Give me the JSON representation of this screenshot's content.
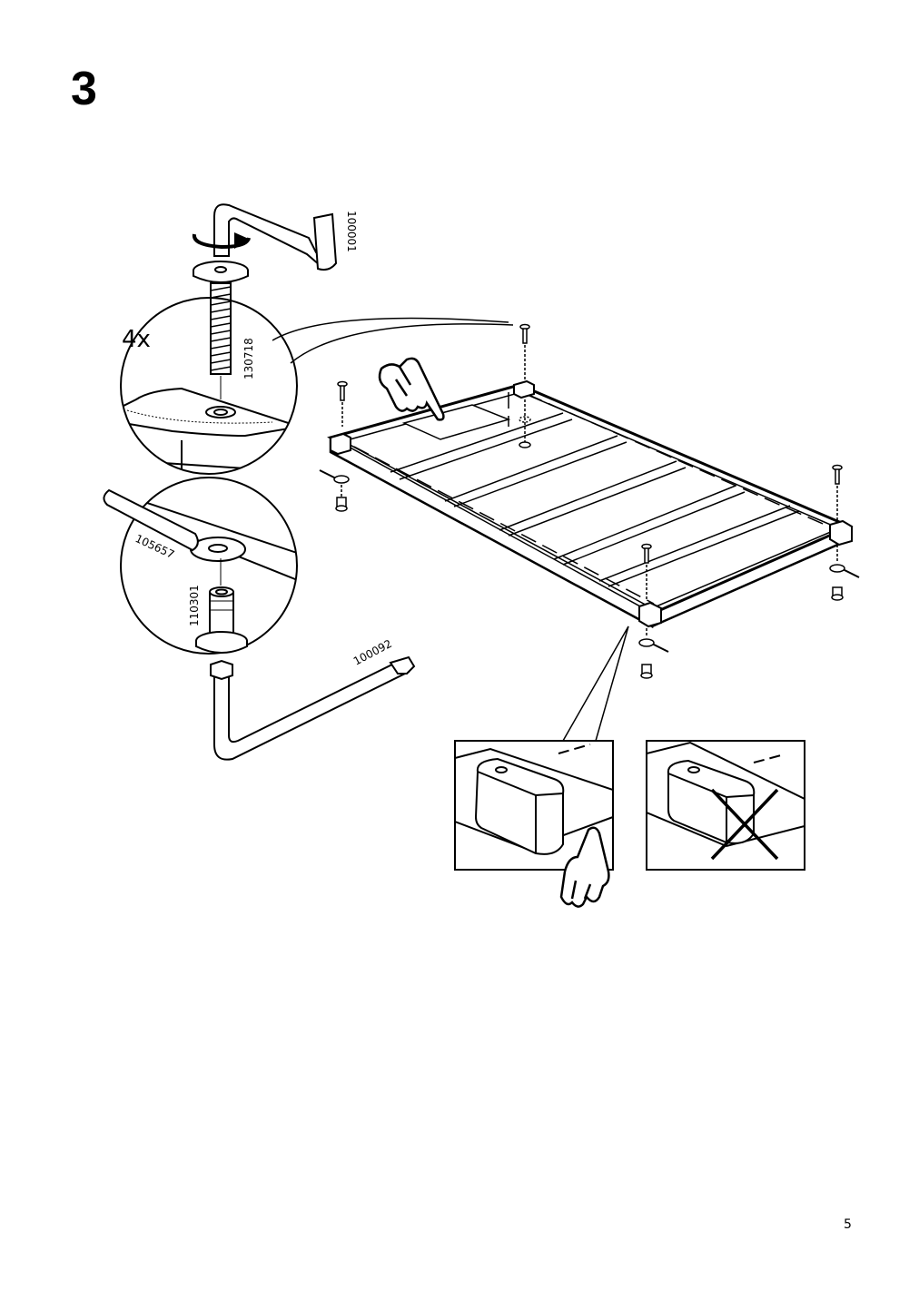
{
  "step": {
    "number": "3"
  },
  "page": {
    "number": "5"
  },
  "parts": {
    "hex_key_top": "100001",
    "bolt": "130718",
    "washer": "105657",
    "barrel_nut": "110301",
    "hex_key_bottom": "100092"
  },
  "quantity": "4x",
  "icons": [
    "hand-pointing-icon",
    "hand-pointing-icon",
    "cross-mark-icon",
    "rotate-arrow-icon"
  ]
}
